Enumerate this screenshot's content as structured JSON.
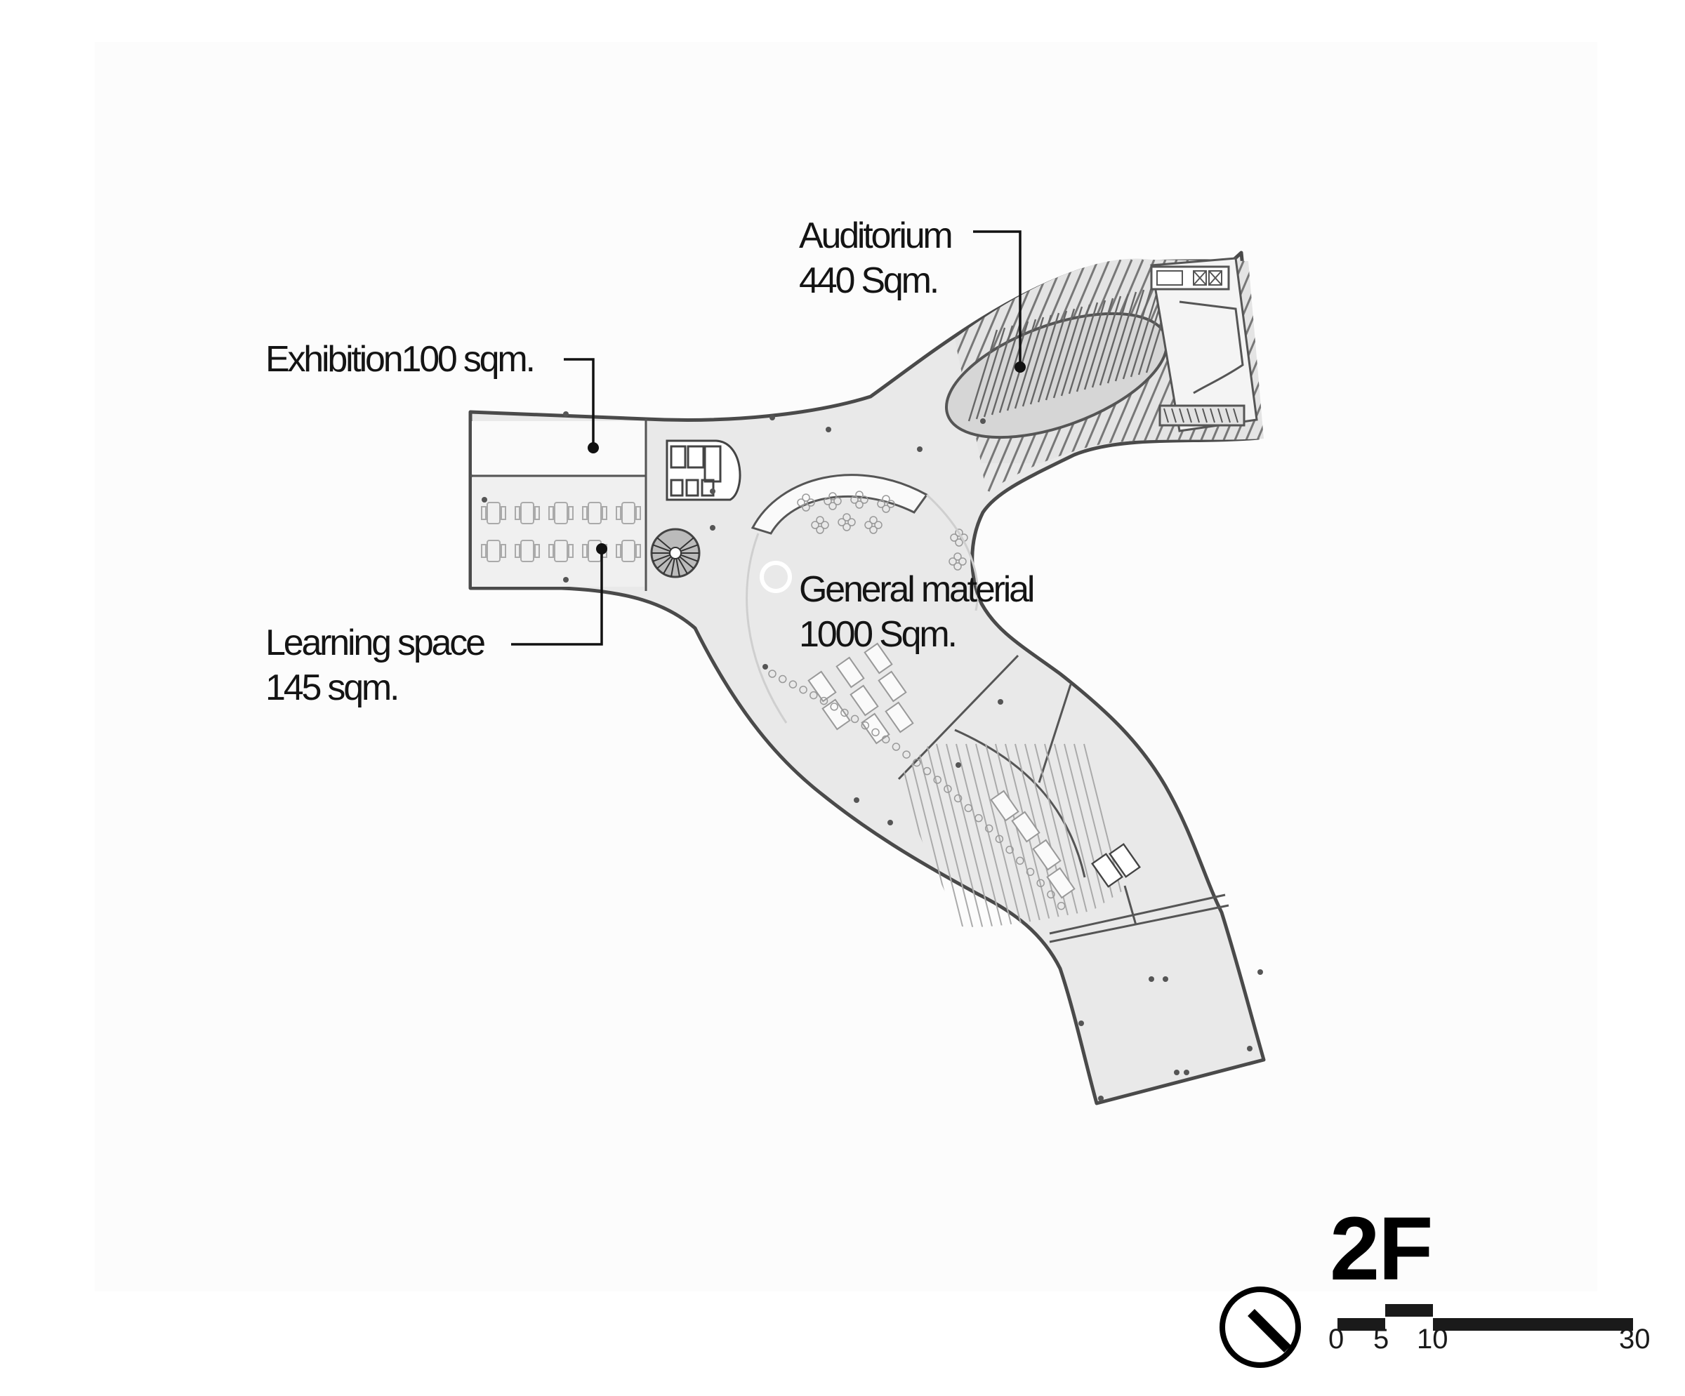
{
  "floor_label": "2F",
  "rooms": {
    "auditorium": {
      "name": "Auditorium",
      "area": "440 Sqm."
    },
    "exhibition": {
      "name": "Exhibition100 sqm."
    },
    "learning": {
      "name": "Learning space",
      "area": "145 sqm."
    },
    "general": {
      "name": "General material",
      "area": "1000 Sqm."
    }
  },
  "scale_bar": {
    "ticks": [
      "0",
      "5",
      "10",
      "30"
    ]
  },
  "icons": {
    "north": "north-arrow-icon"
  },
  "colors": {
    "floor": "#e9e9e9",
    "wall": "#4a4a4a",
    "ink": "#111111"
  }
}
